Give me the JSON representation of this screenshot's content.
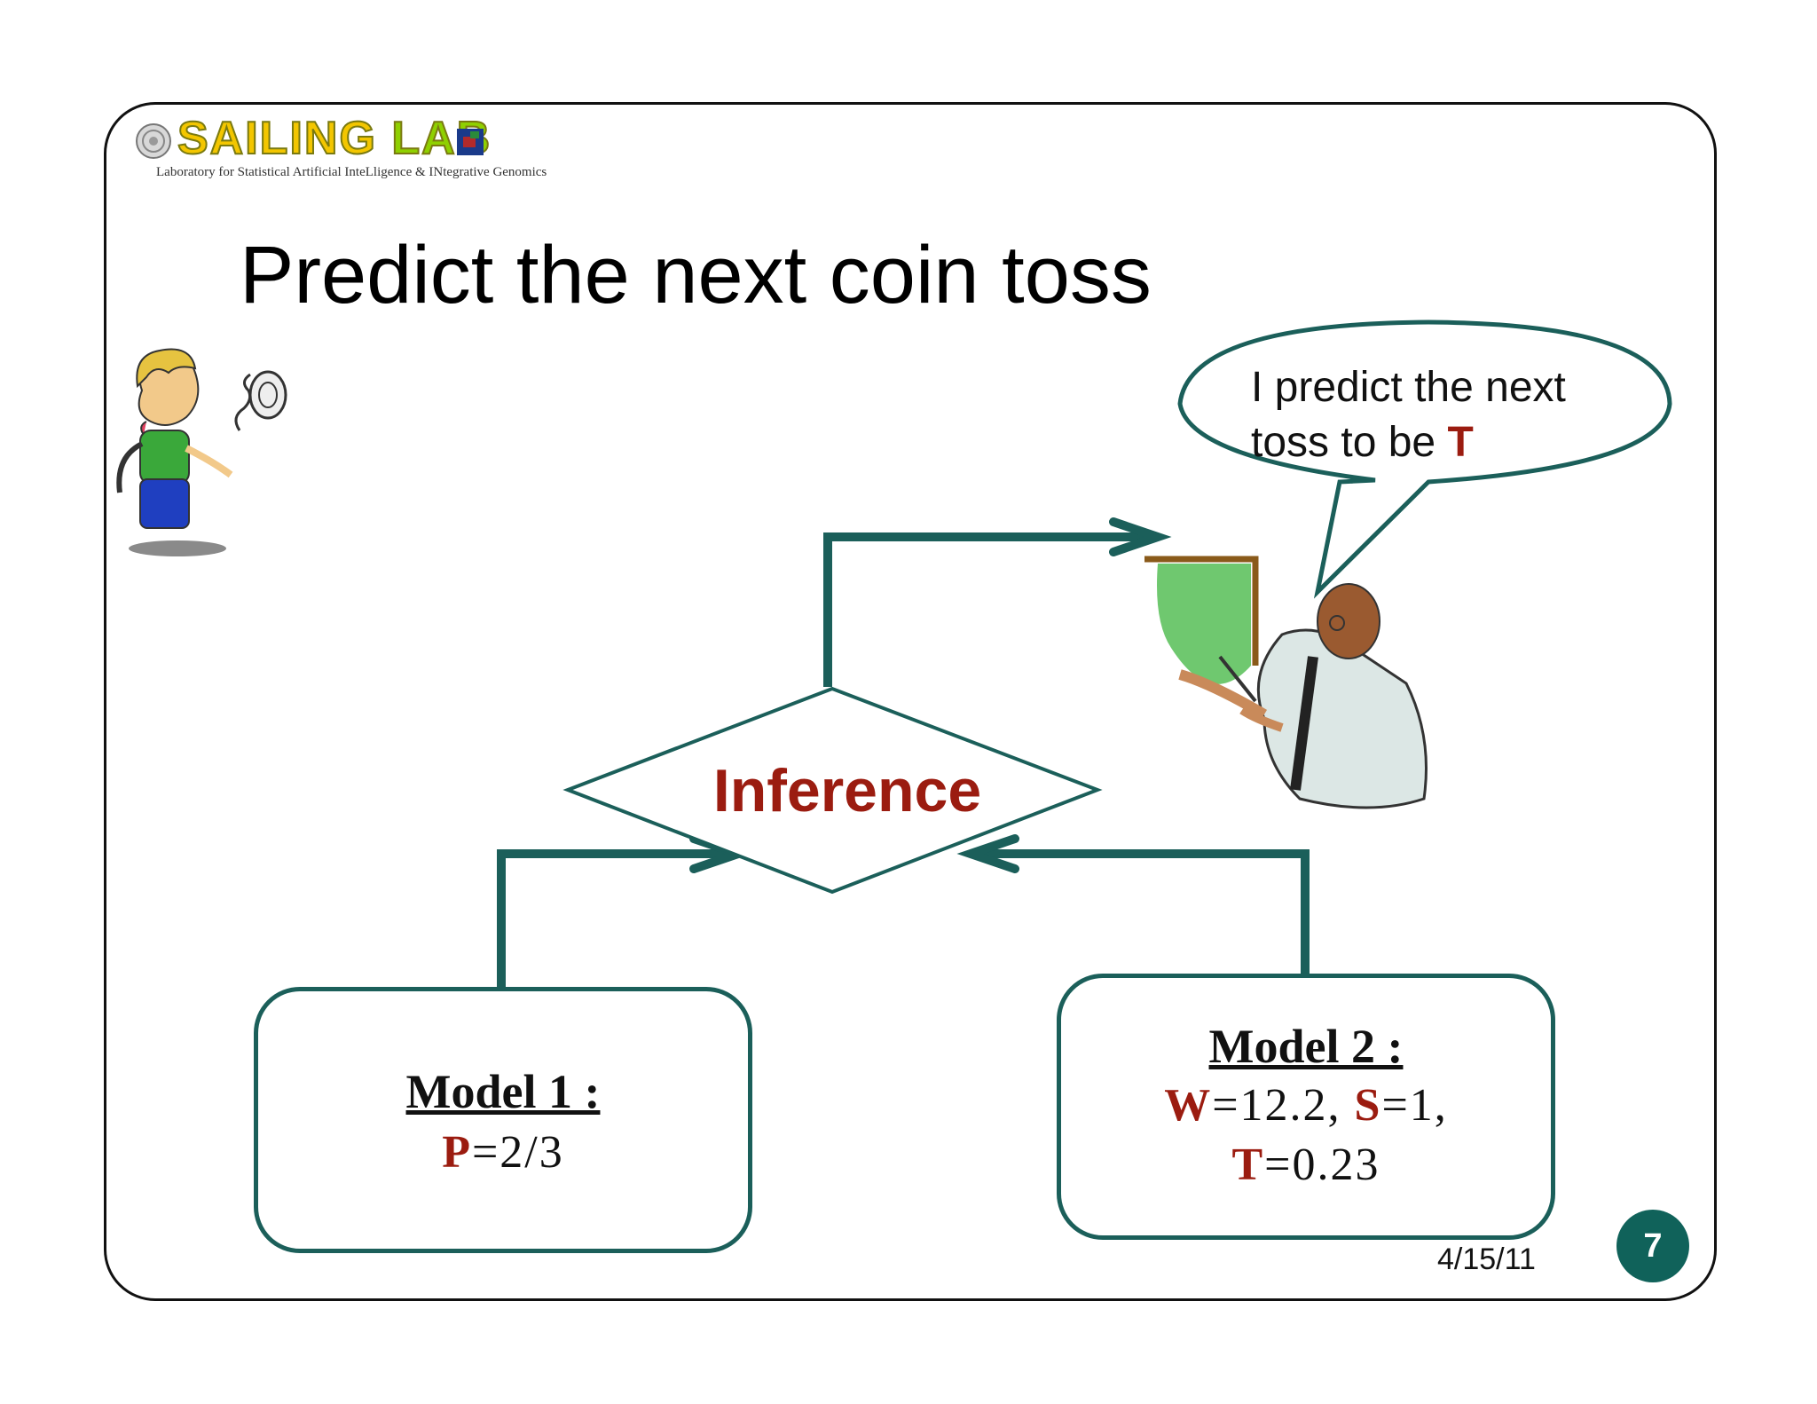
{
  "logo": {
    "name_part1": "SAILING",
    "name_part2": "LAB",
    "subtitle": "Laboratory for Statistical Artificial InteLligence & INtegrative Genomics"
  },
  "title": "Predict the next coin toss",
  "speech_bubble": {
    "text_before": "I predict the next toss to be ",
    "prediction": "T"
  },
  "inference_label": "Inference",
  "model1": {
    "title": "Model 1 :",
    "params": [
      {
        "key": "P",
        "value": "=2/3"
      }
    ]
  },
  "model2": {
    "title": "Model 2 :",
    "line1": [
      {
        "key": "W",
        "value": "=12.2, "
      },
      {
        "key": "S",
        "value": "=1,"
      }
    ],
    "line2": [
      {
        "key": "T",
        "value": "=0.23"
      }
    ]
  },
  "date": "4/15/11",
  "page_number": "7",
  "colors": {
    "teal": "#1b5f5a",
    "accent_red": "#9b1c10",
    "badge": "#10625a"
  },
  "icons": [
    "seal-icon",
    "coin-tossing-boy-icon",
    "professor-pointing-icon",
    "chalkboard-icon"
  ]
}
